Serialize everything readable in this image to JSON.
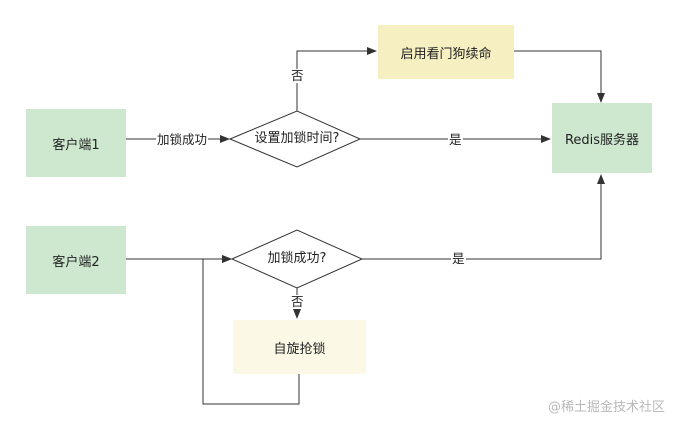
{
  "nodes": {
    "client1": "客户端1",
    "client2": "客户端2",
    "redis": "Redis服务器",
    "watchdog": "启用看门狗续命",
    "spin": "自旋抢锁",
    "decision_expire": "设置加锁时间?",
    "decision_lock": "加锁成功?"
  },
  "edges": {
    "lock_success": "加锁成功",
    "no_top": "否",
    "yes_top": "是",
    "yes_bottom": "是",
    "no_bottom": "否"
  },
  "watermark": "@稀土掘金技术社区",
  "colors": {
    "green_box": "#cde8cf",
    "yellow_box": "#f6efc2",
    "cream_box": "#fbf8e6",
    "line": "#333333"
  }
}
